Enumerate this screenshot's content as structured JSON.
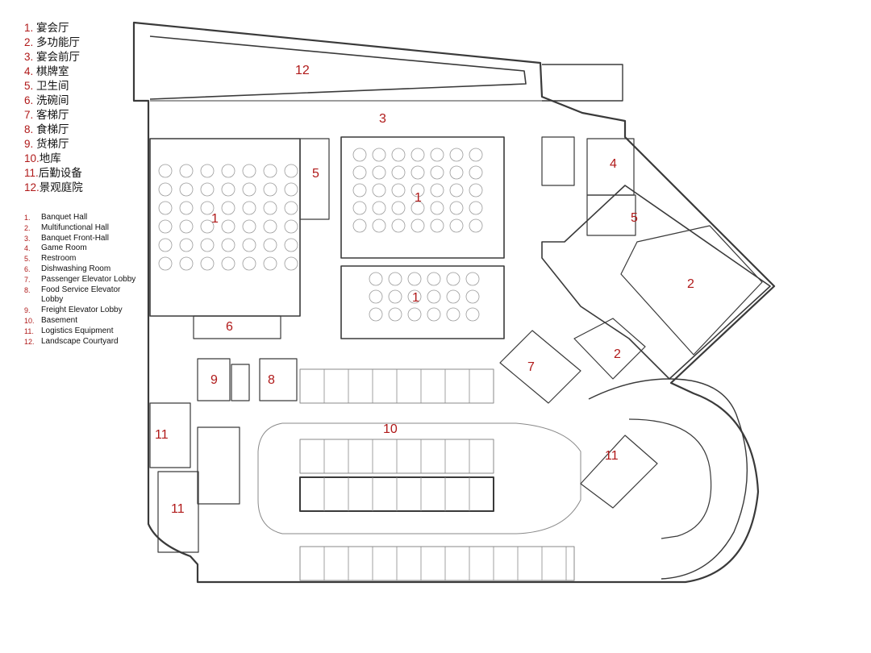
{
  "legend_cn": [
    {
      "num": "1.",
      "text": "宴会厅"
    },
    {
      "num": "2.",
      "text": "多功能厅"
    },
    {
      "num": "3.",
      "text": "宴会前厅"
    },
    {
      "num": "4.",
      "text": "棋牌室"
    },
    {
      "num": "5.",
      "text": "卫生间"
    },
    {
      "num": "6.",
      "text": "洗碗间"
    },
    {
      "num": "7.",
      "text": "客梯厅"
    },
    {
      "num": "8.",
      "text": "食梯厅"
    },
    {
      "num": "9.",
      "text": "货梯厅"
    },
    {
      "num": "10.",
      "text": "地库"
    },
    {
      "num": "11.",
      "text": "后勤设备"
    },
    {
      "num": "12.",
      "text": "景观庭院"
    }
  ],
  "legend_en": [
    {
      "num": "1.",
      "text": "Banquet Hall"
    },
    {
      "num": "2.",
      "text": "Multifunctional Hall"
    },
    {
      "num": "3.",
      "text": "Banquet Front-Hall"
    },
    {
      "num": "4.",
      "text": "Game Room"
    },
    {
      "num": "5.",
      "text": "Restroom"
    },
    {
      "num": "6.",
      "text": "Dishwashing Room"
    },
    {
      "num": "7.",
      "text": "Passenger Elevator Lobby"
    },
    {
      "num": "8.",
      "text": "Food Service Elevator Lobby"
    },
    {
      "num": "9.",
      "text": "Freight Elevator Lobby"
    },
    {
      "num": "10.",
      "text": "Basement"
    },
    {
      "num": "11.",
      "text": "Logistics Equipment"
    },
    {
      "num": "12.",
      "text": "Landscape Courtyard"
    }
  ],
  "plan_labels": {
    "landscape_courtyard": "12",
    "front_hall": "3",
    "banquet_hall_west": "1",
    "banquet_hall_north": "1",
    "banquet_hall_south": "1",
    "restroom_west": "5",
    "restroom_east": "5",
    "game_room": "4",
    "multifunctional_hall_main": "2",
    "multifunctional_hall_small": "2",
    "dishwashing_room": "6",
    "passenger_elevator_lobby": "7",
    "freight_elevator_lobby": "9",
    "food_elevator_lobby": "8",
    "basement": "10",
    "logistics_west_upper": "11",
    "logistics_west_lower": "11",
    "logistics_east": "11"
  },
  "colors": {
    "label_red": "#b01919",
    "wall": "#3a3a3a",
    "line": "#8a8a8a"
  }
}
